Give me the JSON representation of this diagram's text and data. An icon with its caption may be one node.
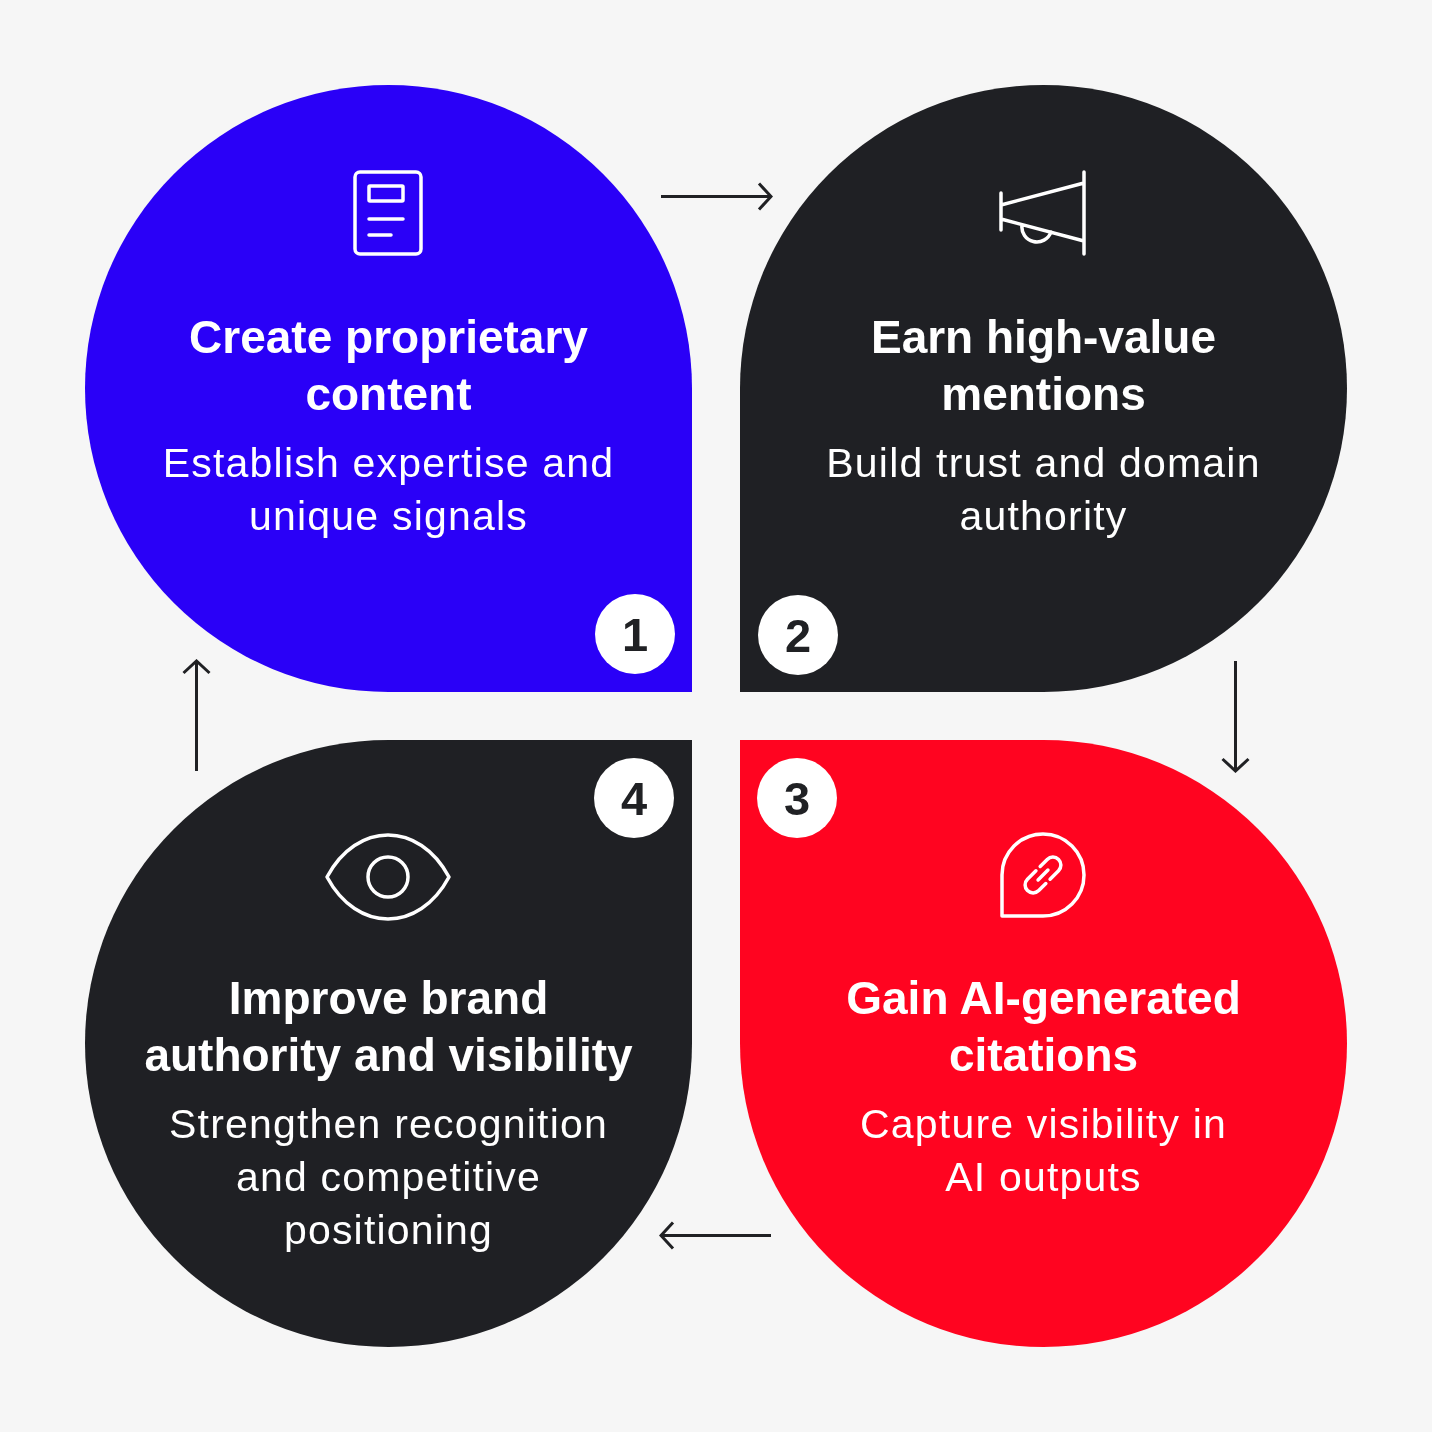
{
  "diagram": {
    "nodes": [
      {
        "text": [
          "Create proprietary content",
          "Establish expertise and unique signals"
        ]
      },
      {
        "text": [
          "1"
        ],
        "in": 0
      },
      {
        "text": [
          "Earn high-value mentions",
          "Build trust and domain authority"
        ]
      },
      {
        "text": [
          "2"
        ],
        "in": 2
      },
      {
        "text": [
          "Gain AI-generated citations",
          "Capture visibility in AI outputs"
        ]
      },
      {
        "text": [
          "3"
        ],
        "in": 4
      },
      {
        "text": [
          "Improve brand authority and visibility",
          "Strengthen recognition and competitive positioning"
        ]
      },
      {
        "text": [
          "4"
        ],
        "in": 6
      }
    ],
    "edges": [
      {
        "from": 0,
        "to": 2,
        "arrow": "to"
      },
      {
        "from": 2,
        "to": 4,
        "arrow": "to"
      },
      {
        "from": 4,
        "to": 6,
        "arrow": "to"
      },
      {
        "from": 6,
        "to": 0,
        "arrow": "to"
      }
    ]
  }
}
